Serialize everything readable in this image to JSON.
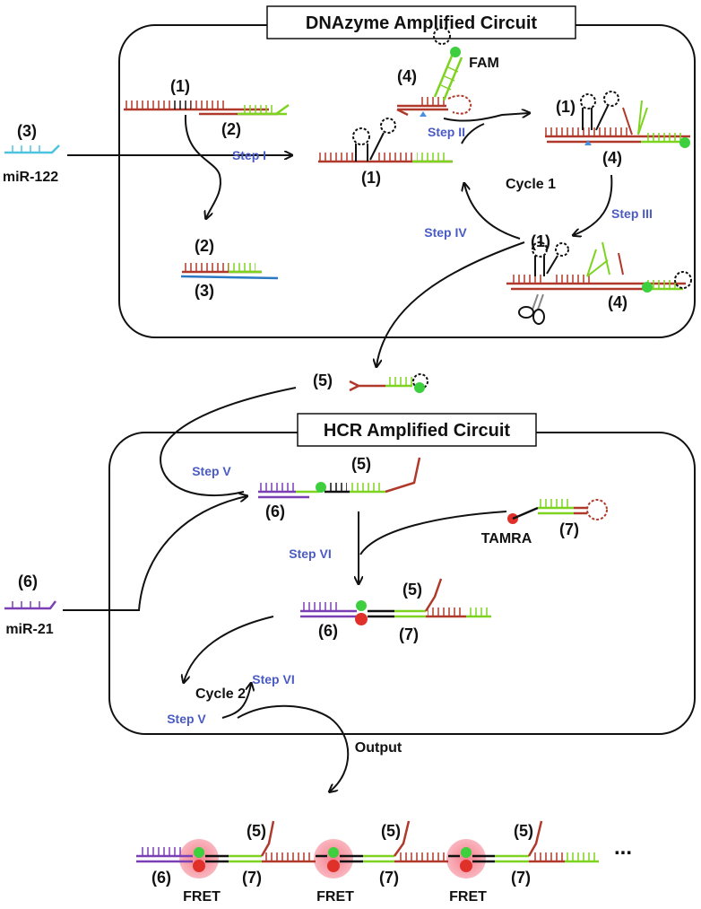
{
  "panels": {
    "dnazyme_title": "DNAzyme Amplified Circuit",
    "hcr_title": "HCR Amplified Circuit"
  },
  "labels": {
    "n1": "(1)",
    "n2": "(2)",
    "n3": "(3)",
    "n4": "(4)",
    "n5": "(5)",
    "n6": "(6)",
    "n7": "(7)",
    "mir122": "miR-122",
    "mir21": "miR-21",
    "fam": "FAM",
    "tamra": "TAMRA",
    "cycle1": "Cycle 1",
    "cycle2": "Cycle 2",
    "output": "Output",
    "fret": "FRET",
    "ellipsis": "..."
  },
  "steps": {
    "s1": "Step I",
    "s2": "Step II",
    "s3": "Step III",
    "s4": "Step IV",
    "s5": "Step V",
    "s6": "Step VI"
  },
  "colors": {
    "dna_red": "#b0392b",
    "dna_green": "#7ed321",
    "mir21_purple": "#7b3fb5",
    "mir122_cyan": "#4ec3e0",
    "step_text": "#4a5bc4",
    "fam_dot": "#3ecf3e",
    "tamra_dot": "#e0302a",
    "fret_glow": "#f47a8a"
  }
}
